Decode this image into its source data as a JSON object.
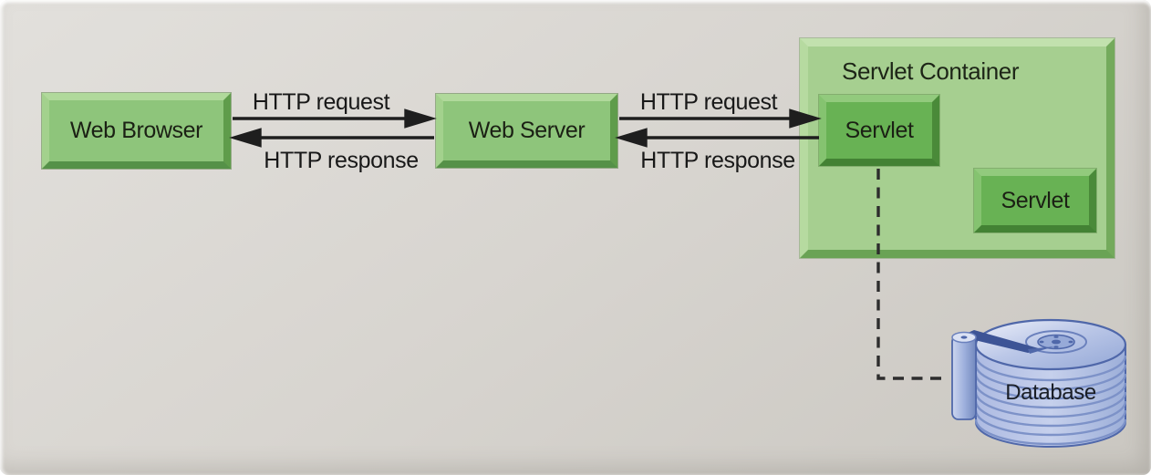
{
  "diagram": {
    "type": "architecture-flow",
    "nodes": {
      "web_browser": {
        "label": "Web Browser"
      },
      "web_server": {
        "label": "Web Server"
      },
      "servlet_container": {
        "label": "Servlet Container"
      },
      "servlet_a": {
        "label": "Servlet"
      },
      "servlet_b": {
        "label": "Servlet"
      },
      "database": {
        "label": "Database"
      }
    },
    "edges": {
      "browser_to_server": {
        "from": "web_browser",
        "to": "web_server",
        "label": "HTTP request",
        "style": "solid-arrow-right"
      },
      "server_to_browser": {
        "from": "web_server",
        "to": "web_browser",
        "label": "HTTP response",
        "style": "solid-arrow-left"
      },
      "server_to_servlet": {
        "from": "web_server",
        "to": "servlet_a",
        "label": "HTTP request",
        "style": "solid-arrow-right"
      },
      "servlet_to_server": {
        "from": "servlet_a",
        "to": "web_server",
        "label": "HTTP response",
        "style": "solid-arrow-left"
      },
      "servlet_to_database": {
        "from": "servlet_a",
        "to": "database",
        "label": "",
        "style": "dashed-elbow"
      }
    },
    "colors": {
      "background": "#d8d5d0",
      "node_fill": "#8ec57b",
      "container_fill": "#a6cf90",
      "servlet_fill": "#68b254",
      "arrow": "#1e1e1e",
      "database_light": "#c3cde9",
      "database_mid": "#8fa3d1",
      "database_outline": "#4f67a9",
      "text": "#1b2014"
    }
  }
}
